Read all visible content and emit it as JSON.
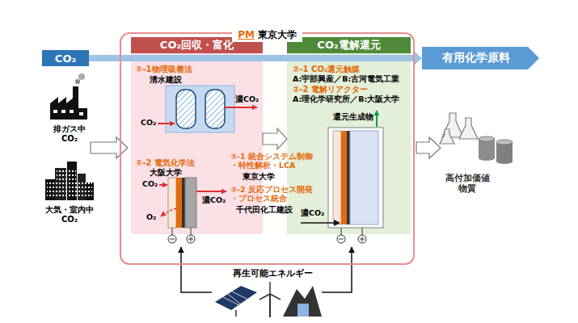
{
  "diagram": {
    "nodes": [
      {
        "text": [
          "CO₂"
        ]
      },
      {
        "text": [
          "PM",
          "東京大学"
        ]
      },
      {
        "text": [
          "CO₂回収・富化"
        ],
        "in": 1
      },
      {
        "text": [
          "CO₂電解還元"
        ],
        "in": 1
      },
      {
        "text": [
          "有用化学原料"
        ]
      }
    ],
    "edges": [
      {
        "from": 0,
        "to": 4,
        "arrow": "to"
      },
      {
        "from": 2,
        "to": 3,
        "arrow": "to"
      }
    ],
    "labels": [
      "排ガス中 CO₂",
      "大気・室内中 CO₂",
      "①-1物理吸着法",
      "清水建設",
      "濃CO₂",
      "CO₂",
      "③-1 統合システム制御 ・特性解析・LCA",
      "東京大学",
      "①-2 電気化学法",
      "大阪大学",
      "CO₂",
      "濃CO₂",
      "O₂",
      "③-2 反応プロセス開発 ・プロセス統合",
      "千代田化工建設",
      "②-1 CO₂還元触媒",
      "A:宇部興産／B:古河電気工業",
      "②-2 電解リアクター",
      "A:理化学研究所／B:大阪大学",
      "還元生成物",
      "濃CO₂",
      "高付加価値 物質",
      "再生可能エネルギー"
    ]
  }
}
